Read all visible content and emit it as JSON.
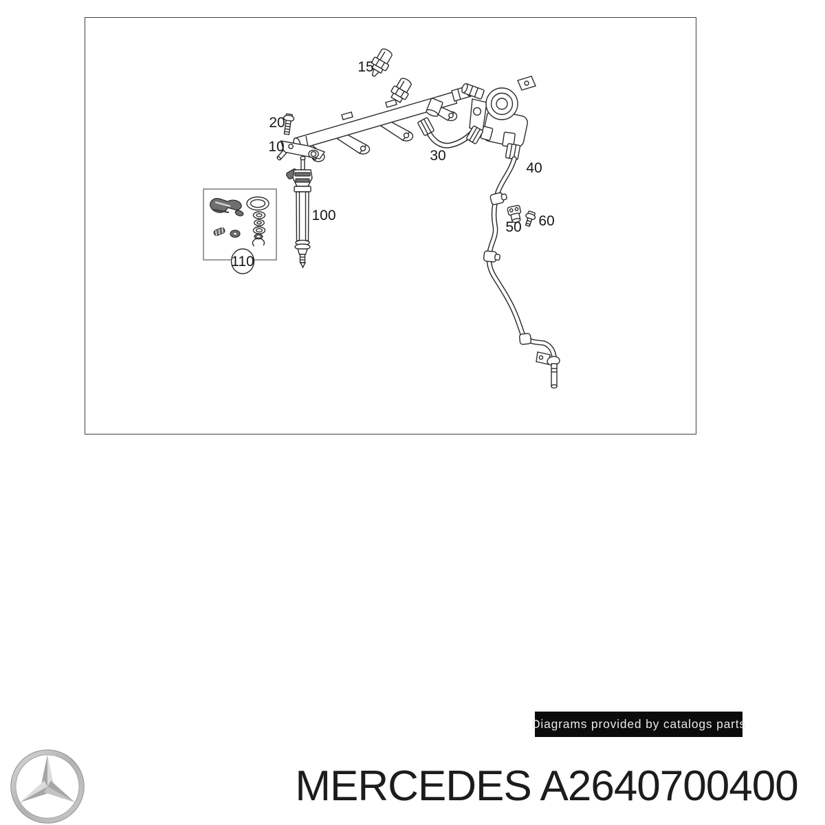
{
  "page": {
    "background": "#ffffff"
  },
  "diagram": {
    "description": "Fuel injection system exploded parts diagram (fuel rail, pressure sensor, high-pressure pump, fuel lines, injector, seal kit)",
    "ink_color": "#2b2b2b",
    "border_color": "#3f3f3f",
    "part_labels": [
      {
        "id": "15"
      },
      {
        "id": "20"
      },
      {
        "id": "10"
      },
      {
        "id": "30"
      },
      {
        "id": "40"
      },
      {
        "id": "50"
      },
      {
        "id": "60"
      },
      {
        "id": "100"
      },
      {
        "id": "110"
      }
    ]
  },
  "watermark": {
    "text": "Diagrams provided by catalogs parts",
    "bg_color": "#0b0b0b",
    "text_color": "#e8e8e8"
  },
  "footer": {
    "title": "MERCEDES A2640700400",
    "logo": "mercedes-star",
    "logo_light": "#dcdcdc",
    "logo_dark": "#a6a6a6",
    "logo_ring": "#b9b9b9"
  }
}
